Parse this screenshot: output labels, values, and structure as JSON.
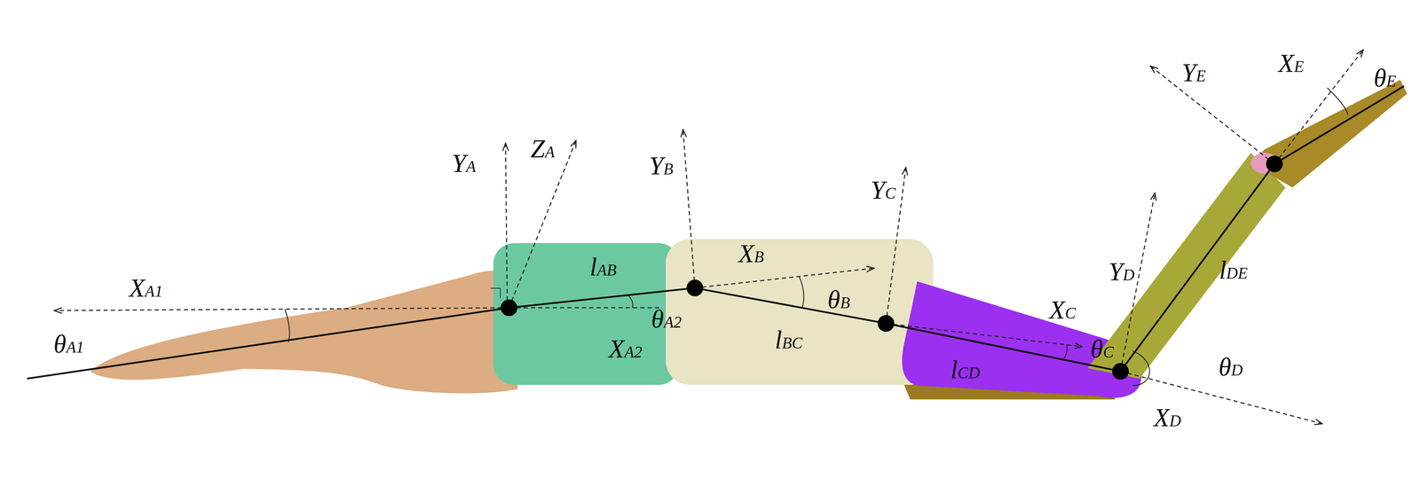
{
  "diagram": {
    "labels": [
      "YA",
      "ZA",
      "XA1",
      "θA1",
      "lAB",
      "XA2",
      "θA2",
      "YB",
      "XB",
      "θB",
      "lBC",
      "YC",
      "XC",
      "θC",
      "lCD",
      "YD",
      "lDE",
      "θD",
      "XD",
      "YE",
      "XE",
      "θE"
    ]
  }
}
